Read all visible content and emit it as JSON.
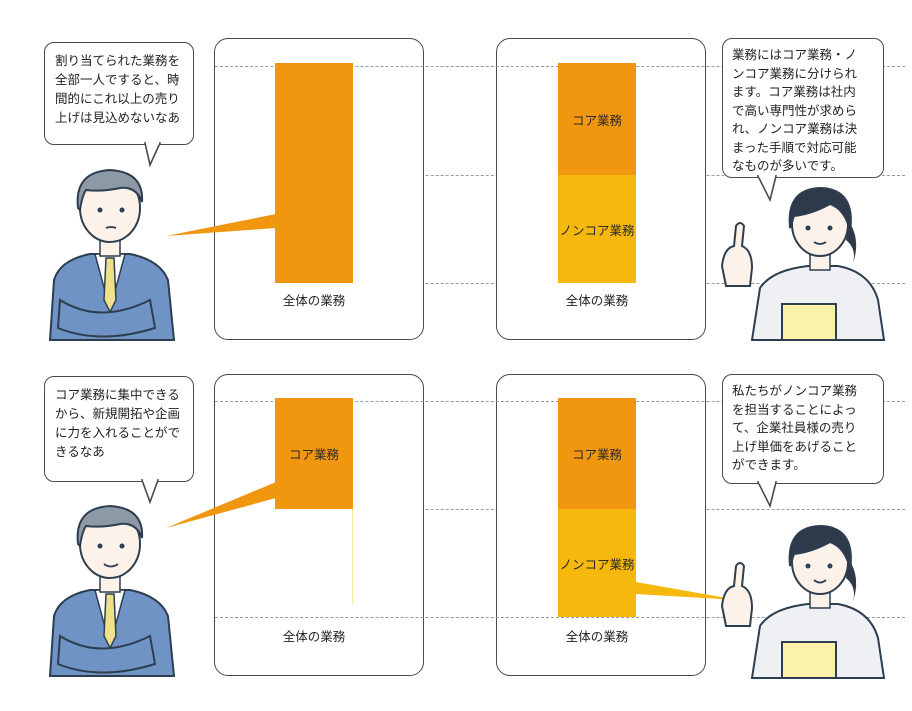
{
  "panels": {
    "top_left": {
      "caption": "全体の業務"
    },
    "top_right": {
      "core_label": "コア業務",
      "noncore_label": "ノンコア業務",
      "caption": "全体の業務"
    },
    "bottom_left": {
      "core_label": "コア業務",
      "caption": "全体の業務"
    },
    "bottom_right": {
      "core_label": "コア業務",
      "noncore_label": "ノンコア業務",
      "caption": "全体の業務"
    }
  },
  "bubbles": {
    "man_top": [
      "割り当てられた業務を",
      "全部一人ですると、時",
      "間的にこれ以上の売り",
      "上げは見込めないなあ"
    ],
    "woman_top": [
      "業務にはコア業務・ノ",
      "ンコア業務に分けられ",
      "ます。コア業務は社内",
      "で高い専門性が求めら",
      "れ、ノンコア業務は決",
      "まった手順で対応可能",
      "なものが多いです。"
    ],
    "man_bottom": [
      "コア業務に集中できる",
      "から、新規開拓や企画",
      "に力を入れることがで",
      "きるなあ"
    ],
    "woman_bottom": [
      "私たちがノンコア業務",
      "を担当することによっ",
      "て、企業社員様の売り",
      "上げ単価をあげること",
      "ができます。"
    ]
  },
  "colors": {
    "core": "#f0960f",
    "noncore": "#f7b80d",
    "suit": "#6f93c4",
    "tie": "#efe08a",
    "hair_man": "#8d9aa6",
    "hair_woman": "#2e3a4a"
  },
  "icons": [
    "businessman-illustration",
    "businesswoman-illustration"
  ]
}
